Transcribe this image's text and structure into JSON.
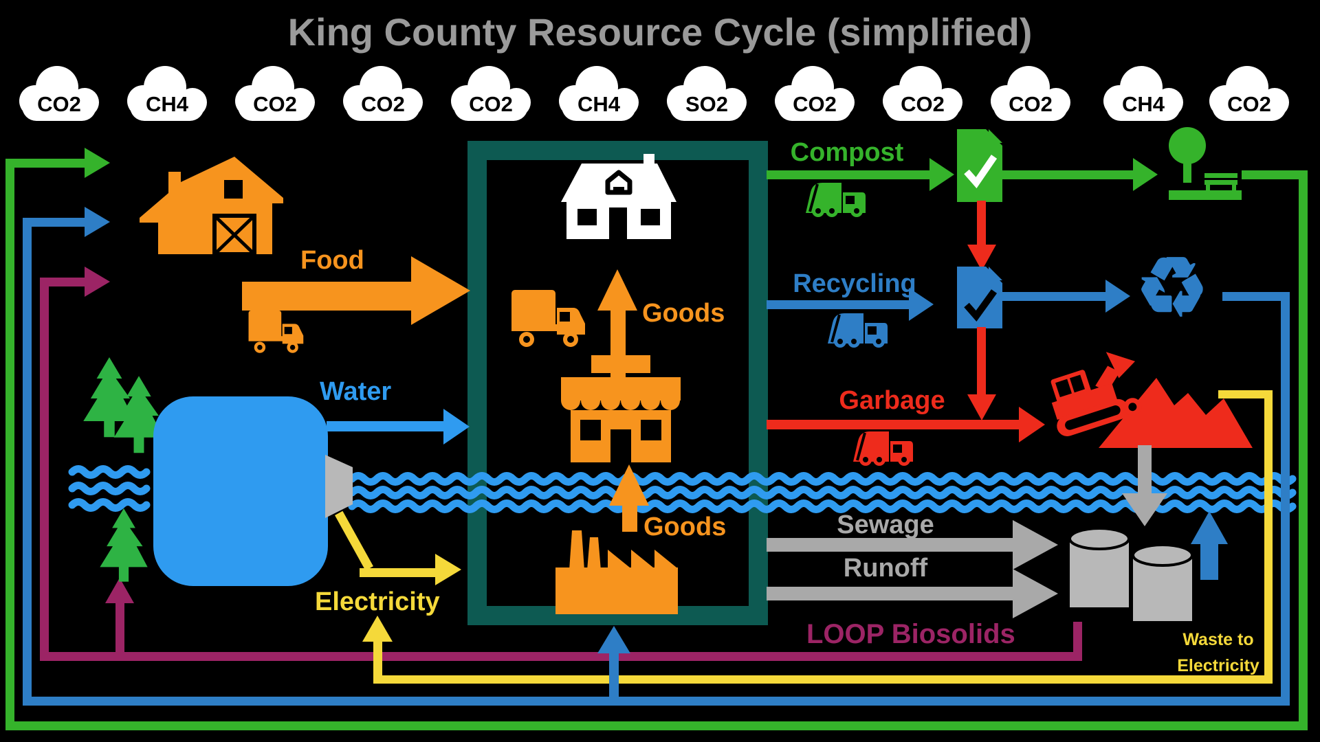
{
  "title": "King County Resource Cycle (simplified)",
  "clouds": [
    "CO2",
    "CH4",
    "CO2",
    "CO2",
    "CO2",
    "CH4",
    "SO2",
    "CO2",
    "CO2",
    "CO2",
    "CH4",
    "CO2"
  ],
  "flows": {
    "food": "Food",
    "water": "Water",
    "electricity": "Electricity",
    "goods_upper": "Goods",
    "goods_lower": "Goods",
    "compost": "Compost",
    "recycling": "Recycling",
    "garbage": "Garbage",
    "sewage": "Sewage",
    "runoff": "Runoff",
    "loop_biosolids": "LOOP Biosolids",
    "waste_to_electricity_line1": "Waste to",
    "waste_to_electricity_line2": "Electricity"
  },
  "icons": {
    "recycle_glyph": "♻"
  },
  "colors": {
    "orange": "#f7941e",
    "green": "#35b32b",
    "treegreen": "#2eb344",
    "lightblue": "#2f9bf0",
    "blue": "#2e7ec6",
    "red": "#ee2b1c",
    "gray": "#a9a9a9",
    "tankgray": "#b8b8b8",
    "maroon": "#9c2465",
    "yellow": "#f5d93a",
    "teal": "#0d5a52",
    "white": "#ffffff",
    "titlegray": "#9a9a9a"
  }
}
